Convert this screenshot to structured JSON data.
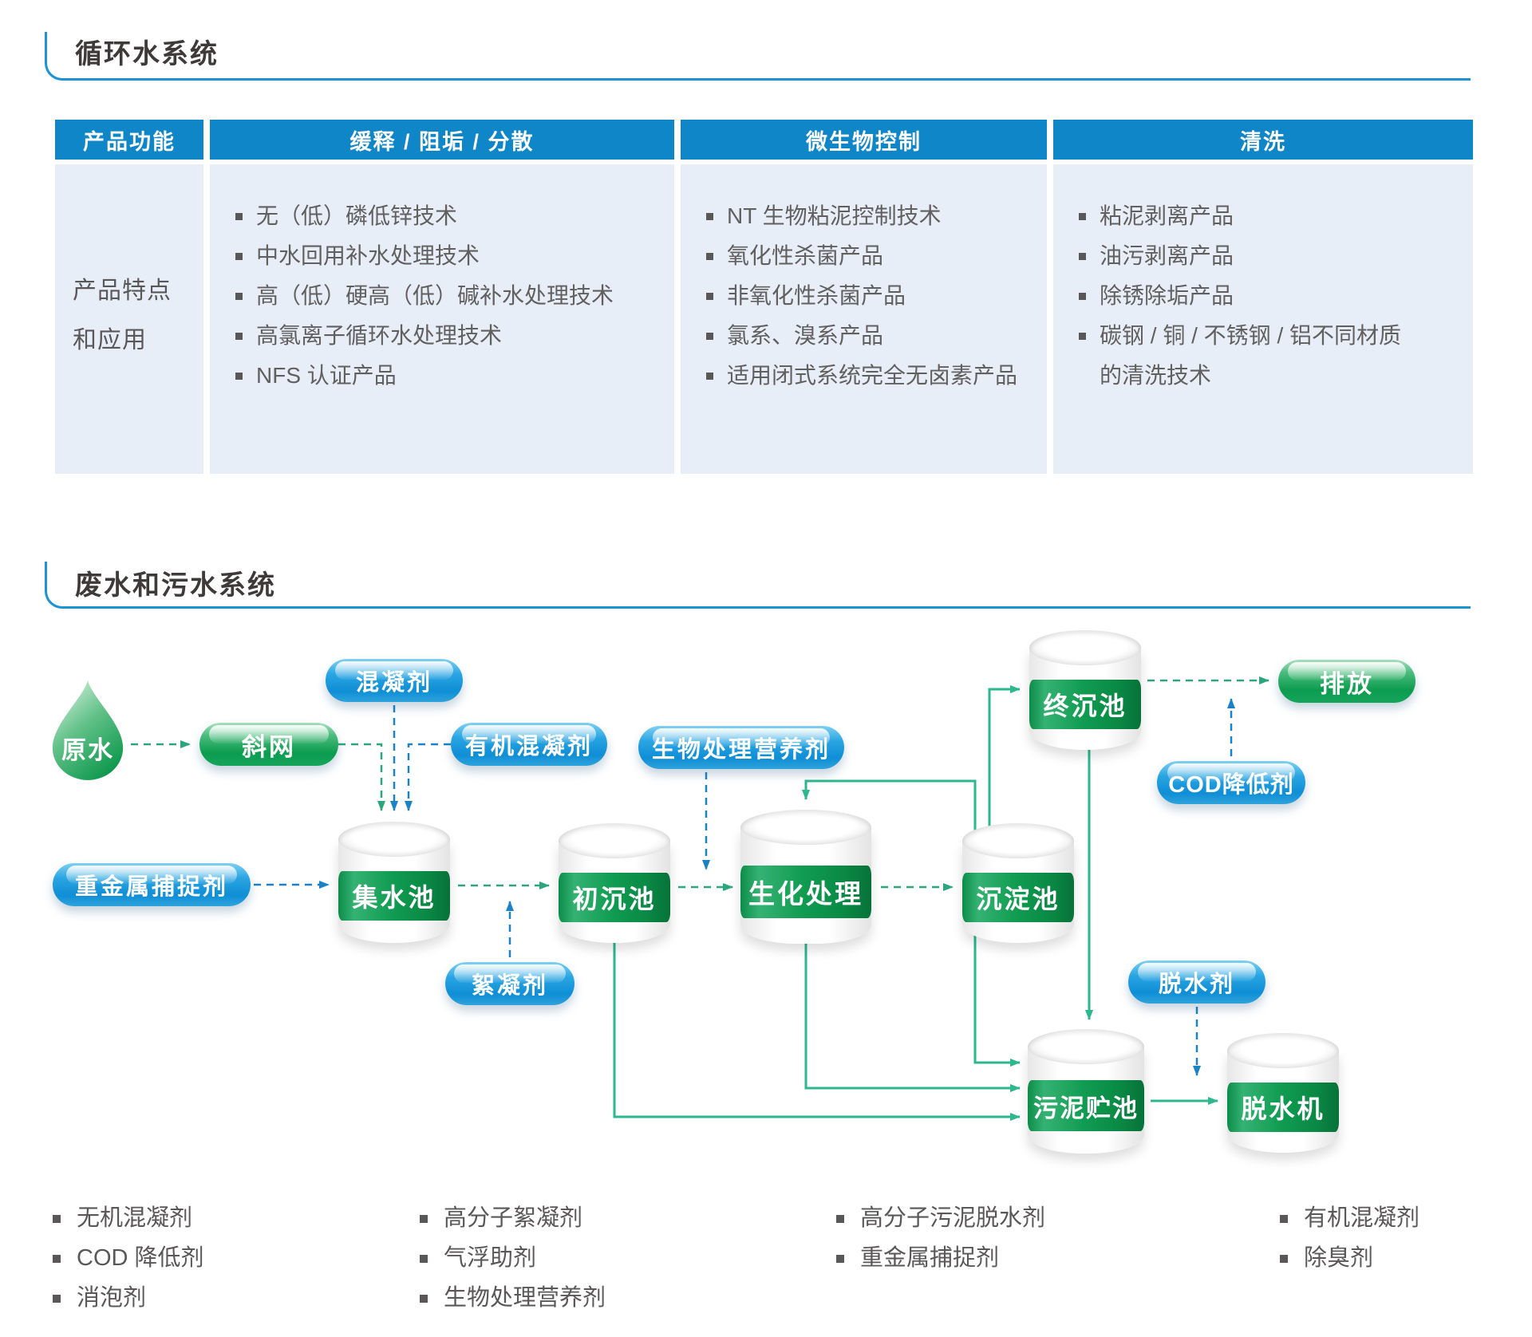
{
  "colors": {
    "header_blue": "#0e86c7",
    "rule_blue": "#1b93d4",
    "table_body_bg": "#e7eef8",
    "title_text": "#3e3a39",
    "body_text": "#5a5758",
    "tank_green": "#0f9c50",
    "pill_blue": "#1b9ade",
    "pill_green": "#0fa055",
    "dashed_green": "#2ca57d",
    "dashed_blue": "#1b82c5",
    "solid_green": "#2cb78e"
  },
  "section1": {
    "title": "循环水系统",
    "table": {
      "headers": [
        "产品功能",
        "缓释 / 阻垢 / 分散",
        "微生物控制",
        "清洗"
      ],
      "row_label_line1": "产品特点",
      "row_label_line2": "和应用",
      "columns": [
        {
          "items": [
            "无（低）磷低锌技术",
            "中水回用补水处理技术",
            "高（低）硬高（低）碱补水处理技术",
            "高氯离子循环水处理技术",
            "NFS 认证产品"
          ]
        },
        {
          "items": [
            "NT 生物粘泥控制技术",
            "氧化性杀菌产品",
            "非氧化性杀菌产品",
            "氯系、溴系产品",
            "适用闭式系统完全无卤素产品"
          ]
        },
        {
          "items": [
            "粘泥剥离产品",
            "油污剥离产品",
            "除锈除垢产品",
            "碳钢 / 铜 / 不锈钢 / 铝不同材质",
            "的清洗技术"
          ]
        }
      ]
    }
  },
  "section2": {
    "title": "废水和污水系统",
    "diagram": {
      "nodes": {
        "raw_water": "原水",
        "screen": "斜网",
        "coagulant": "混凝剂",
        "organic_coagulant": "有机混凝剂",
        "bio_nutrient": "生物处理营养剂",
        "heavy_metal_catcher": "重金属捕捉剂",
        "collection_tank": "集水池",
        "flocculant": "絮凝剂",
        "primary_tank": "初沉池",
        "bio_treatment": "生化处理",
        "sedimentation_tank": "沉淀池",
        "final_tank": "终沉池",
        "discharge": "排放",
        "cod_reducer": "COD降低剂",
        "dewatering_agent": "脱水剂",
        "sludge_tank": "污泥贮池",
        "dewatering_machine": "脱水机"
      }
    },
    "legend": {
      "col1": {
        "items": [
          "无机混凝剂",
          "COD 降低剂",
          "消泡剂"
        ]
      },
      "col2": {
        "items": [
          "高分子絮凝剂",
          "气浮助剂",
          "生物处理营养剂"
        ]
      },
      "col3": {
        "items": [
          "高分子污泥脱水剂",
          "重金属捕捉剂"
        ]
      },
      "col4": {
        "items": [
          "有机混凝剂",
          "除臭剂"
        ]
      }
    }
  }
}
